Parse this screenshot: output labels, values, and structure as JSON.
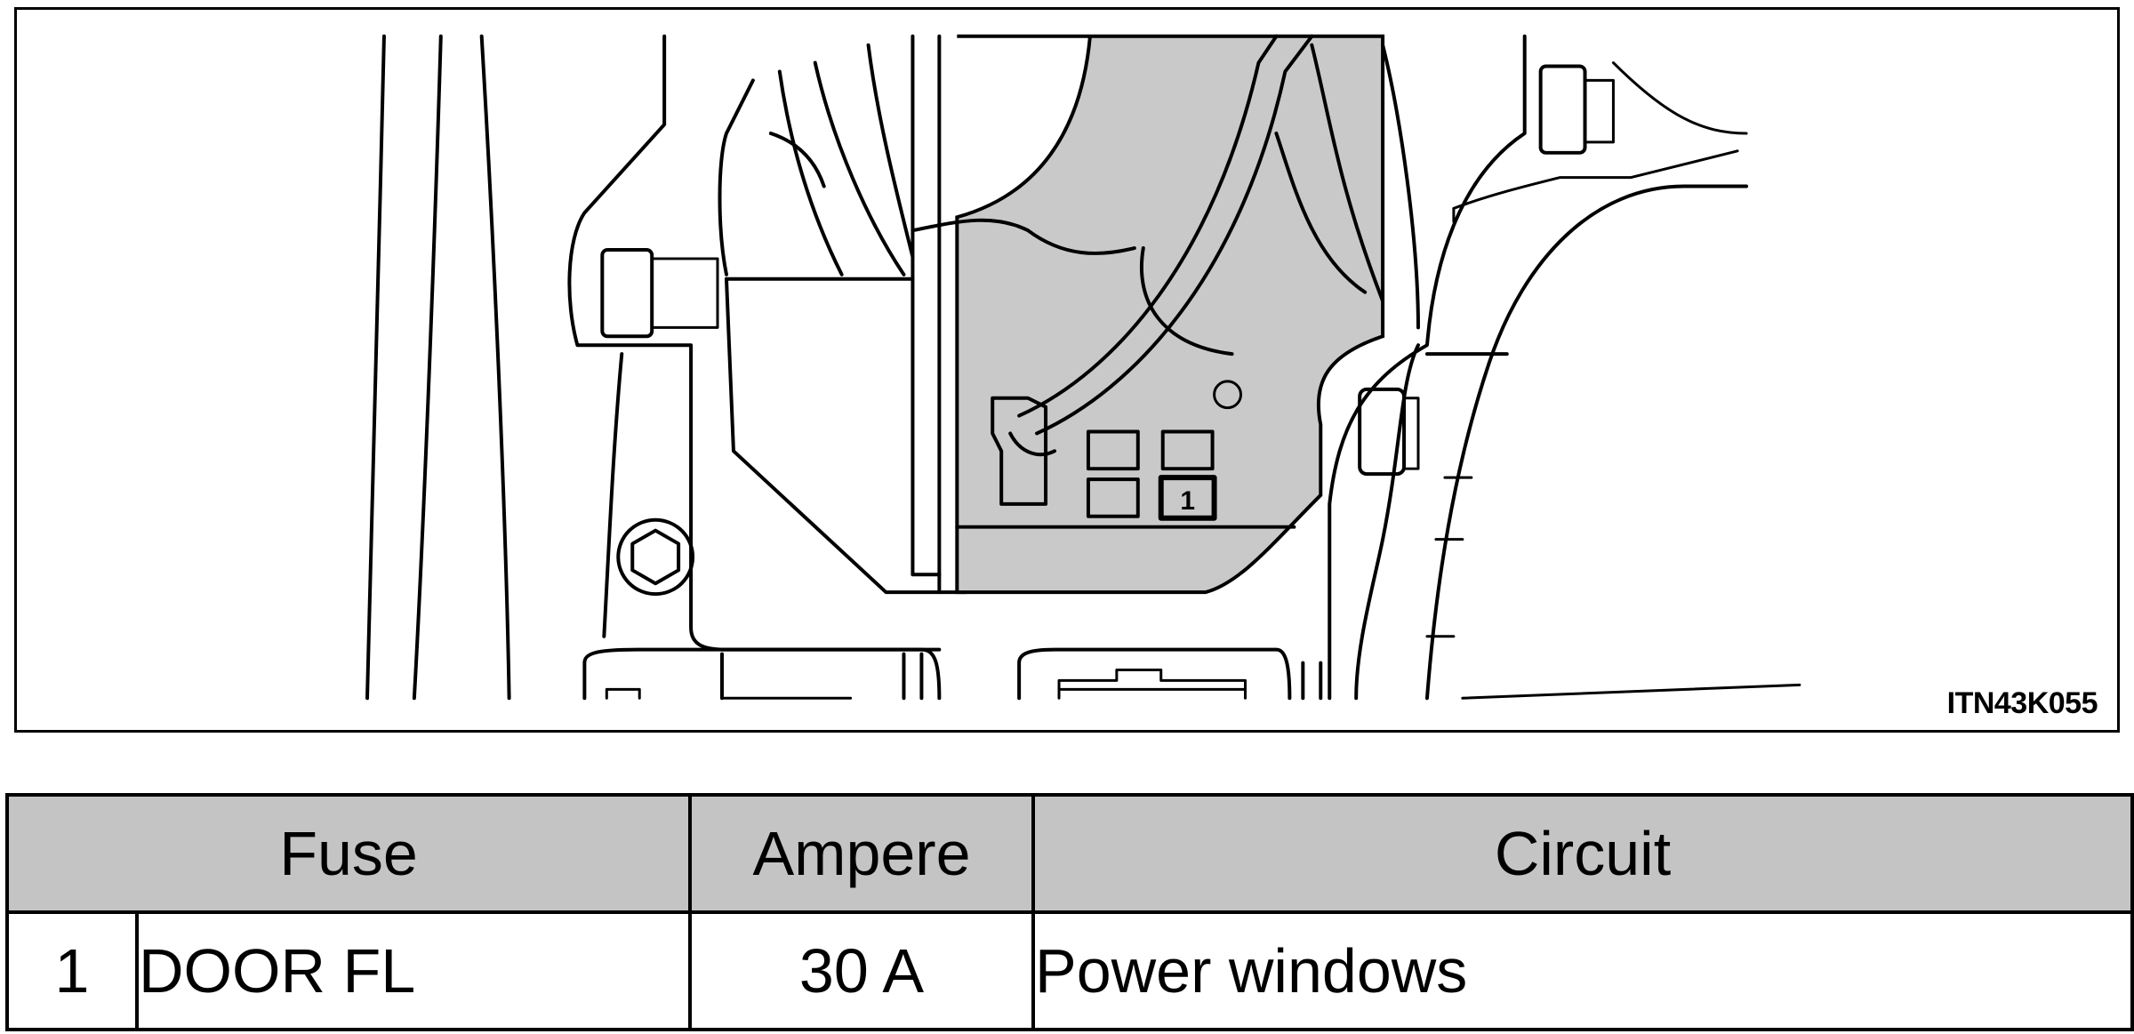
{
  "figure": {
    "code": "ITN43K055",
    "fuse_marker": "1"
  },
  "table": {
    "headers": {
      "fuse": "Fuse",
      "ampere": "Ampere",
      "circuit": "Circuit"
    },
    "rows": [
      {
        "number": "1",
        "name": "DOOR FL",
        "ampere": "30 A",
        "circuit": "Power windows"
      }
    ]
  }
}
